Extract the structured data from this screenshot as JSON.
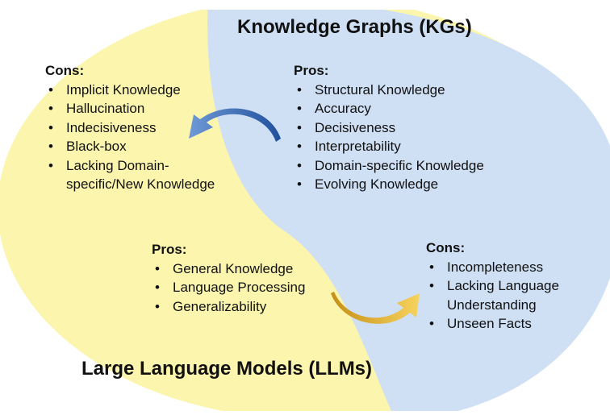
{
  "colors": {
    "kg_region": "#cfdff4",
    "llm_region": "#fbf5ae",
    "blue_arrow": "#3b6ab8",
    "gold_arrow": "#e8b630"
  },
  "kg": {
    "title": "Knowledge Graphs (KGs)",
    "pros": {
      "heading": "Pros:",
      "items": [
        "Structural Knowledge",
        "Accuracy",
        "Decisiveness",
        "Interpretability",
        "Domain-specific Knowledge",
        "Evolving Knowledge"
      ]
    },
    "cons": {
      "heading": "Cons:",
      "items": [
        "Incompleteness",
        "Lacking Language\nUnderstanding",
        "Unseen Facts"
      ]
    }
  },
  "llm": {
    "title": "Large Language Models (LLMs)",
    "pros": {
      "heading": "Pros:",
      "items": [
        "General Knowledge",
        "Language Processing",
        "Generalizability"
      ]
    },
    "cons": {
      "heading": "Cons:",
      "items": [
        "Implicit Knowledge",
        "Hallucination",
        "Indecisiveness",
        "Black-box",
        "Lacking Domain-\nspecific/New Knowledge"
      ]
    }
  },
  "icons": {
    "blue_arrow": "curved-arrow-left",
    "gold_arrow": "curved-arrow-right"
  }
}
